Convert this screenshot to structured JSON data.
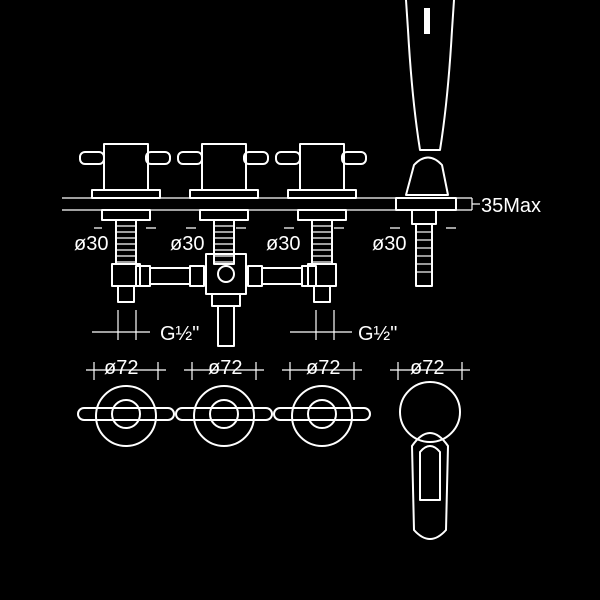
{
  "labels": {
    "deck_thickness": "35Max",
    "hole_diameter": "ø30",
    "thread_size": "G½\"",
    "rosette_diameter": "ø72"
  },
  "colors": {
    "background": "#000000",
    "line": "#ffffff"
  }
}
